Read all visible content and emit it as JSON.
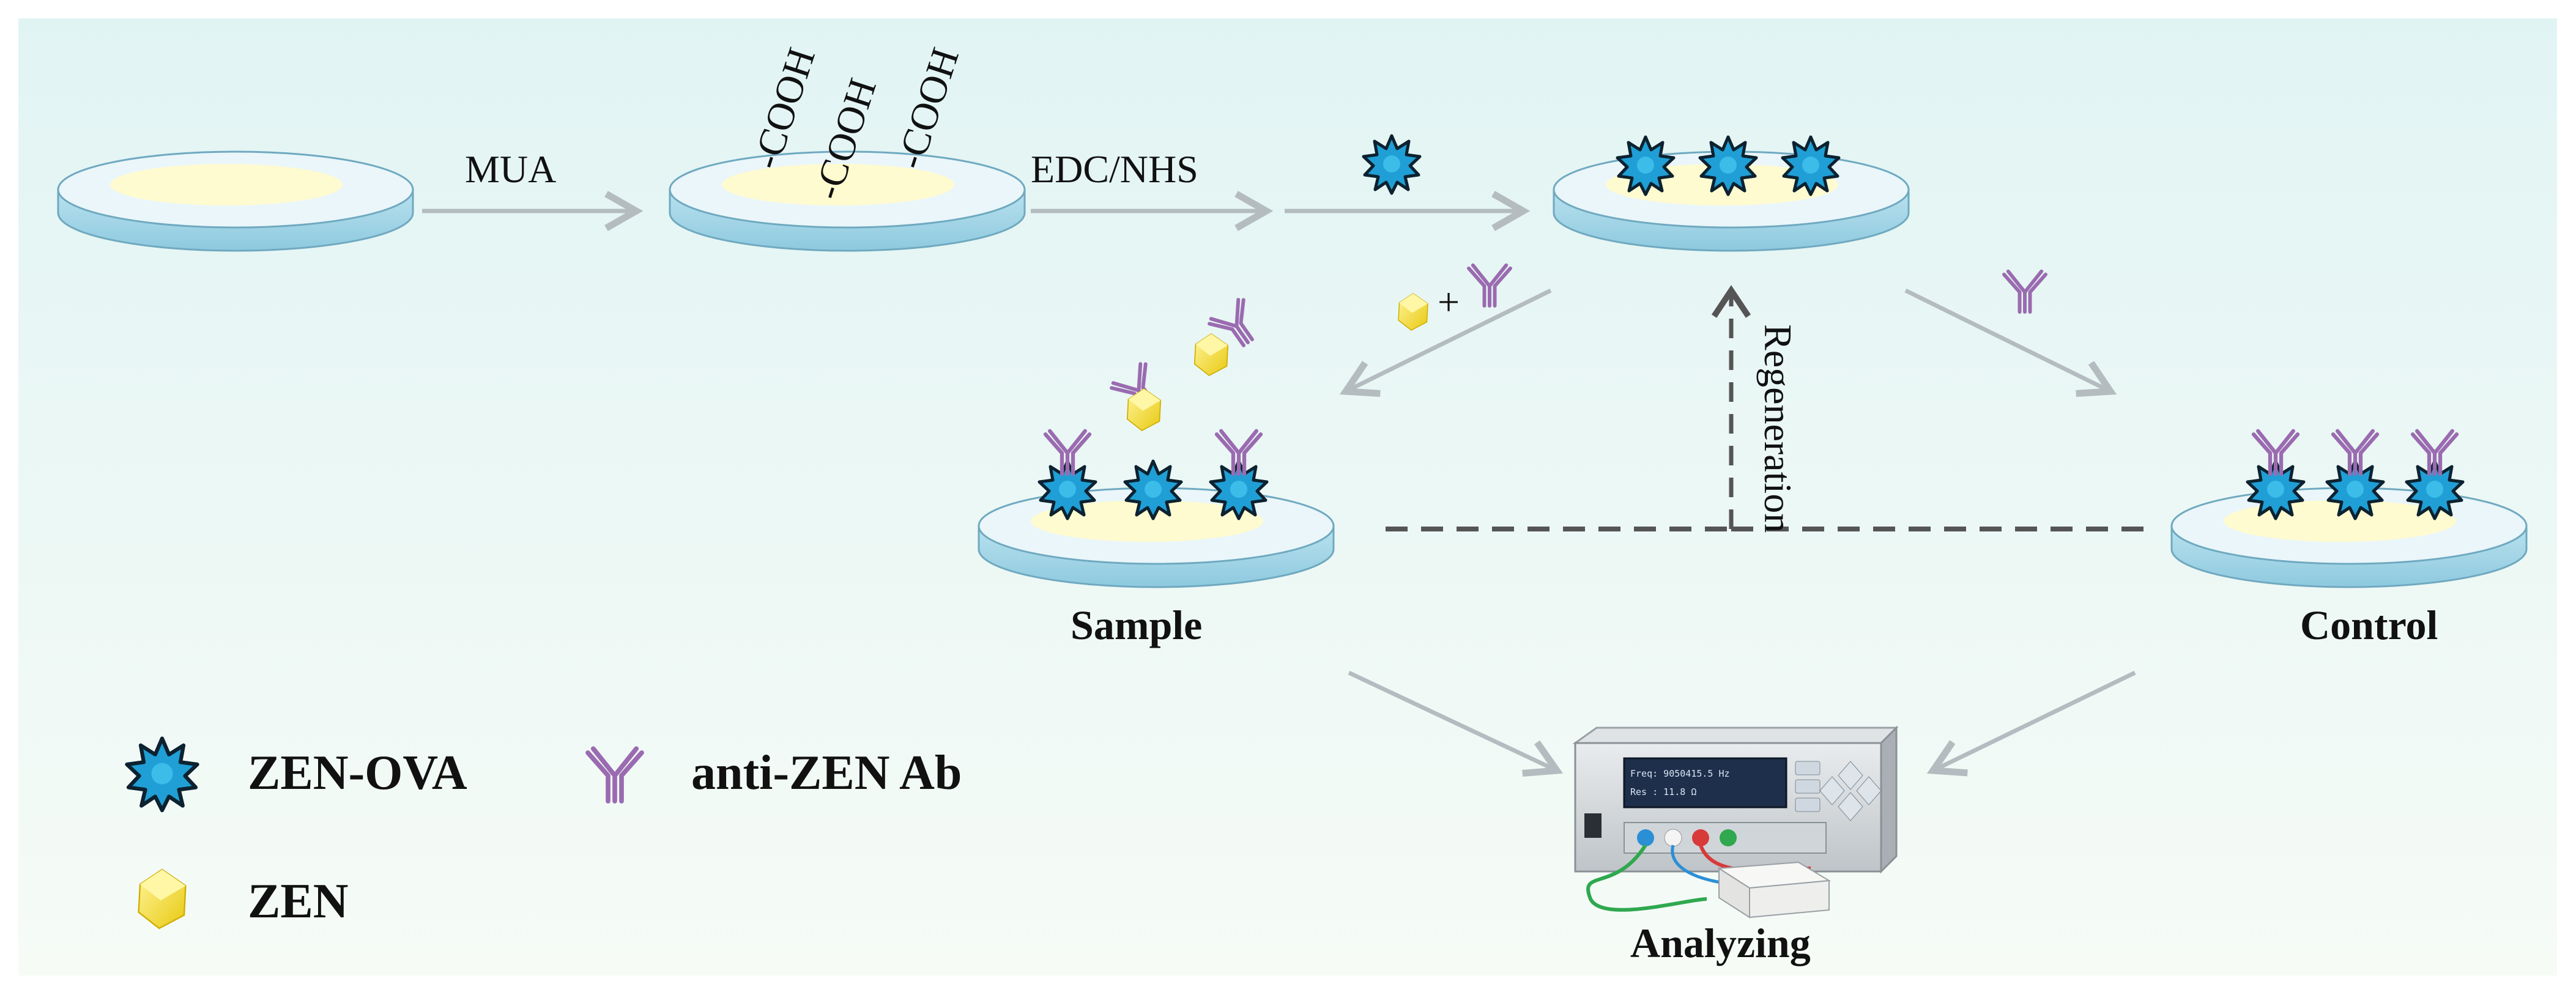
{
  "steps": {
    "mua": "MUA",
    "edc_nhs": "EDC/NHS",
    "cooh": [
      "-COOH",
      "-COOH",
      "-COOH"
    ],
    "plus": "+",
    "regeneration": "Regeneration"
  },
  "stations": {
    "sample": "Sample",
    "control": "Control",
    "analyzing": "Analyzing"
  },
  "legend": {
    "zen_ova": "ZEN-OVA",
    "anti_zen_ab": "anti-ZEN Ab",
    "zen": "ZEN"
  },
  "instrument": {
    "line1": "Freq:  9050415.5 Hz",
    "line2": "Res :        11.8  Ω"
  },
  "colors": {
    "background_top": "#e3f5f5",
    "background_bottom": "#f5fbf8",
    "arrow": "#b5bcc0",
    "dashed_line": "#555555",
    "dish_base": "#a9d8ea",
    "gold_film": "#fffbd0",
    "zen_ova": "#1f9fd6",
    "antibody": "#9a6bb0",
    "zen": "#f2dc27"
  }
}
